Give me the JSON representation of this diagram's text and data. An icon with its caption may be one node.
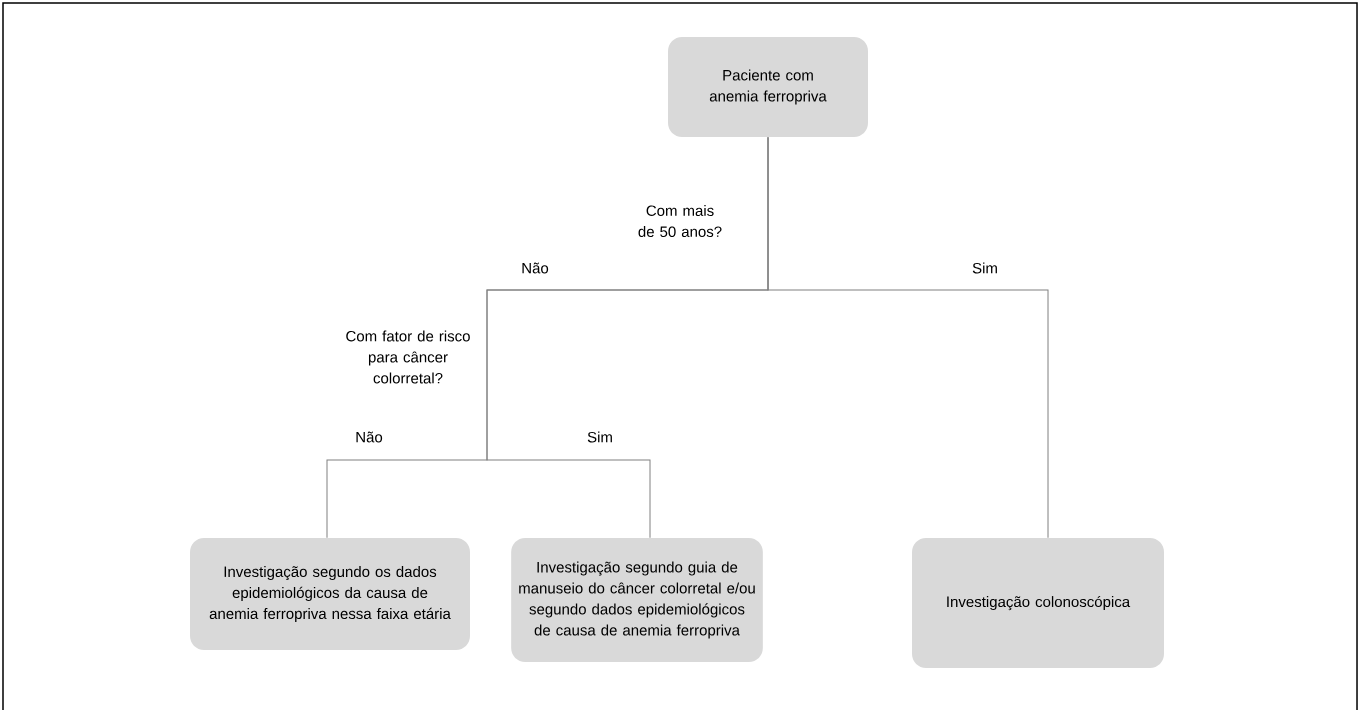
{
  "diagram": {
    "nodes": [
      {
        "text": [
          "Paciente com anemia ferropriva"
        ]
      },
      {
        "text": [
          "Investigação segundo os dados epidemiológicos da causa de anemia ferropriva nessa faixa etária"
        ]
      },
      {
        "text": [
          "Investigação segundo guia de manuseio do câncer colorretal e/ou segundo dados epidemiológicos de causa de anemia ferropriva"
        ]
      },
      {
        "text": [
          "Investigação colonoscópica"
        ]
      }
    ],
    "edges": [
      {
        "from": 0,
        "to": 1,
        "arrow": "none"
      },
      {
        "from": 0,
        "to": 2,
        "arrow": "none"
      },
      {
        "from": 0,
        "to": 3,
        "arrow": "none"
      }
    ],
    "labels": [
      "Com mais de 50 anos?",
      "Não",
      "Sim",
      "Com fator de risco para câncer colorretal?",
      "Não",
      "Sim"
    ]
  }
}
